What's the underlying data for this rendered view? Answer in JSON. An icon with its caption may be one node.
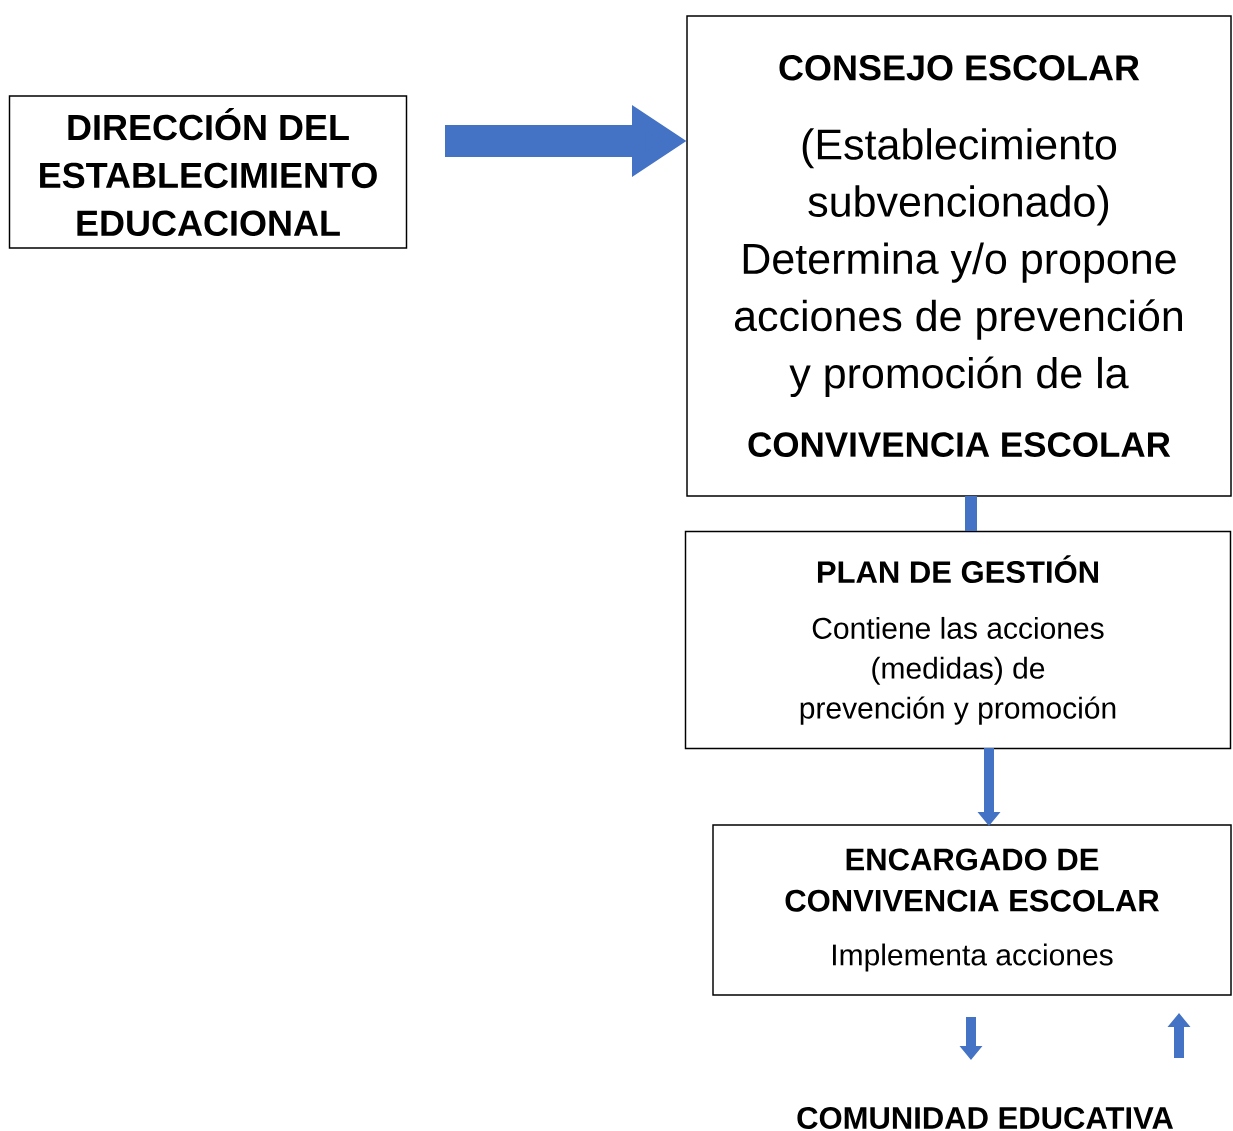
{
  "diagram": {
    "nodes": [
      {
        "text": [
          "DIRECCIÓN DEL ESTABLECIMIENTO EDUCACIONAL"
        ]
      },
      {
        "text": [
          "CONSEJO ESCOLAR",
          "(Establecimiento subvencionado) Determina y/o propone acciones de prevención y promoción de la",
          "CONVIVENCIA ESCOLAR"
        ]
      },
      {
        "text": [
          "PLAN DE GESTIÓN",
          "Contiene las acciones (medidas) de prevención y promoción"
        ]
      },
      {
        "text": [
          "ENCARGADO DE CONVIVENCIA ESCOLAR",
          "Implementa acciones"
        ]
      },
      {
        "text": [
          "COMUNIDAD EDUCATIVA"
        ]
      }
    ],
    "edges": [
      {
        "from": 0,
        "to": 1,
        "arrow": "to",
        "style": "thick"
      },
      {
        "from": 1,
        "to": 2,
        "arrow": "none"
      },
      {
        "from": 2,
        "to": 3,
        "arrow": "to"
      },
      {
        "from": 3,
        "to": 4,
        "arrow": "to"
      },
      {
        "from": 4,
        "to": 3,
        "arrow": "to"
      }
    ]
  }
}
